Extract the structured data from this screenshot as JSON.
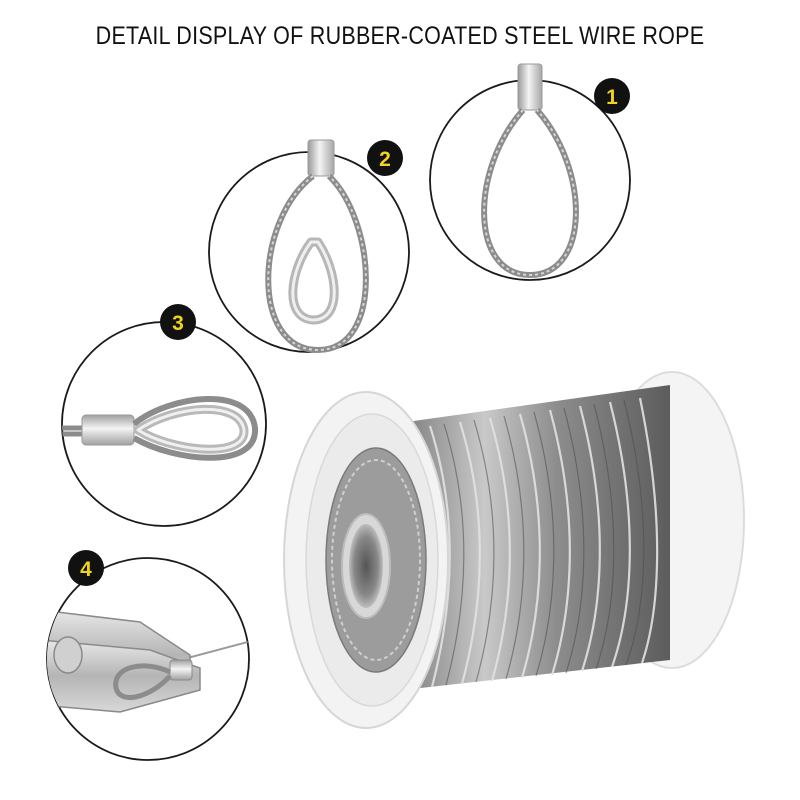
{
  "title": "DETAIL DISPLAY OF RUBBER-COATED STEEL WIRE ROPE",
  "badges": [
    "1",
    "2",
    "3",
    "4"
  ],
  "colors": {
    "badge_fill": "#111111",
    "badge_text": "#f2d21b",
    "circle_stroke": "#1a1a1a",
    "wire": "#8f8f8f",
    "sleeve": "#dcdcdc",
    "spool": "#f1f1f1"
  }
}
